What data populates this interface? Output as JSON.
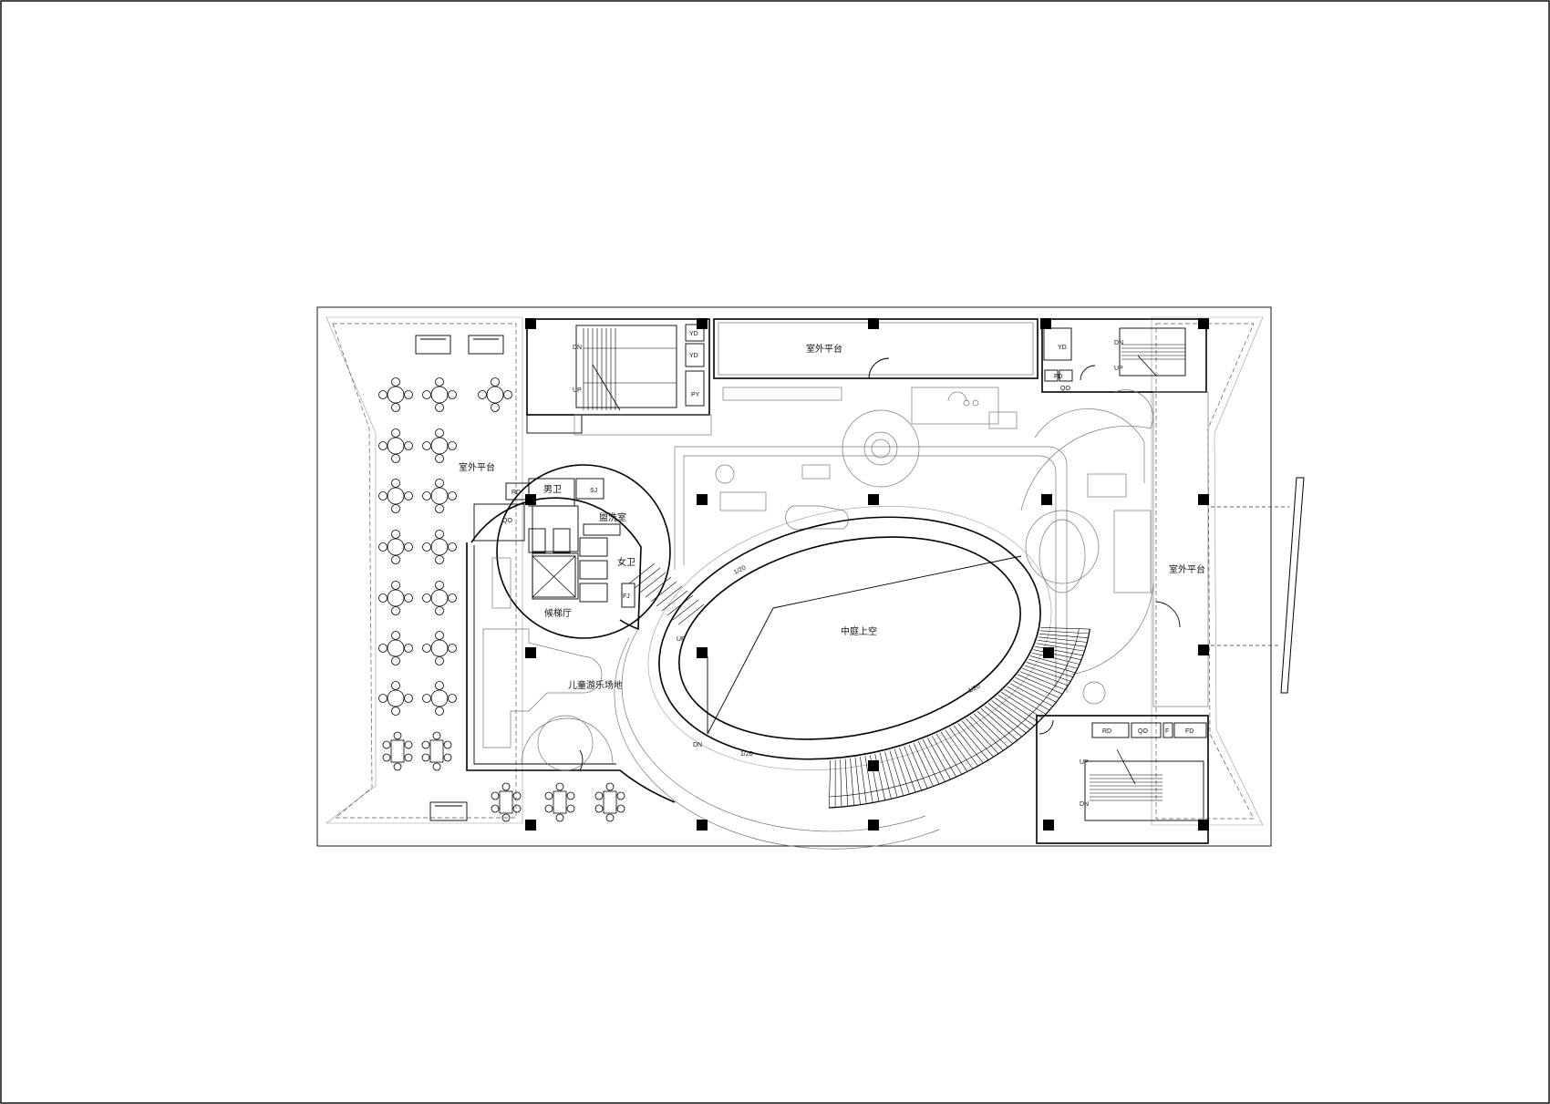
{
  "labels": {
    "outdoor_terrace_top": "室外平台",
    "outdoor_terrace_left": "室外平台",
    "outdoor_terrace_right": "室外平台",
    "atrium_void": "中庭上空",
    "mens_toilet": "男卫",
    "womens_toilet": "女卫",
    "washroom": "盥洗室",
    "elevator_hall": "候梯厅",
    "kids_play_area": "儿童游乐场地",
    "sj": "SJ",
    "rd_left": "RD",
    "qo_left": "QO",
    "fj": "FJ",
    "yd_top_left_1": "YD",
    "yd_top_left_2": "YD",
    "py": "PY",
    "yd_top_right": "YD",
    "fd_top_right": "FD",
    "qo_top_right": "QO",
    "rd_bottom": "RD",
    "qo_bottom": "QO",
    "f_bottom": "F",
    "fd_bottom": "FD",
    "dn_tl": "DN",
    "up_tl": "UP",
    "dn_tr": "DN",
    "up_tr": "UP",
    "up_br": "UP",
    "dn_br": "DN",
    "up_ramp": "UP",
    "dn_ramp": "DN",
    "slope_1": "1/20",
    "slope_2": "1/20",
    "slope_3": "1/20"
  }
}
